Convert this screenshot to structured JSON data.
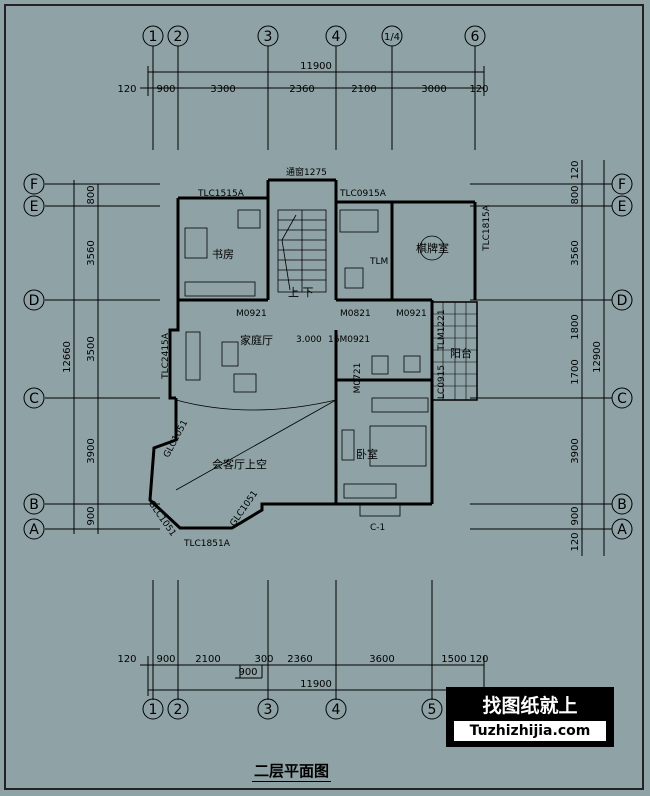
{
  "drawing": {
    "title": "二层平面图",
    "top_axes": [
      "1",
      "2",
      "3",
      "4",
      "1/4",
      "6"
    ],
    "bottom_axes": [
      "1",
      "2",
      "3",
      "4",
      "5"
    ],
    "left_axes": [
      "F",
      "E",
      "D",
      "C",
      "B",
      "A"
    ],
    "right_axes": [
      "F",
      "E",
      "D",
      "C",
      "B",
      "A"
    ],
    "top_dims": [
      "120",
      "900",
      "3300",
      "2360",
      "2100",
      "3000",
      "120"
    ],
    "top_total": "11900",
    "bottom_dims": [
      "120",
      "900",
      "2100",
      "300",
      "2360",
      "3600",
      "1500",
      "120"
    ],
    "bottom_extra": "900",
    "bottom_total": "11900",
    "left_dims": [
      "800",
      "3560",
      "3500",
      "3900",
      "900"
    ],
    "left_total": "12660",
    "right_dims": [
      "120",
      "800",
      "3560",
      "1800",
      "1700",
      "3900",
      "900",
      "120"
    ],
    "right_total": "12900",
    "rooms": {
      "study": "书房",
      "chess": "棋牌室",
      "family_hall": "家庭厅",
      "void": "会客厅上空",
      "bedroom": "卧室",
      "balcony": "阳台",
      "stair": "上 下"
    },
    "labels": {
      "tlc1515a": "TLC1515A",
      "tlc0915a": "TLC0915A",
      "m1275": "通窗1275",
      "tlm": "TLM",
      "tlc1815a": "TLC1815A",
      "m0921_a": "M0921",
      "m0821": "M0821",
      "m0921_b": "M0921",
      "tlm1221": "TLM1221",
      "tlc2415a": "TLC2415A",
      "elev": "3.000",
      "m16": "16M0921",
      "m0721": "M0721",
      "lc0915": "LC0915",
      "glc1051_a": "GLC1051",
      "glc1051_b": "GLC1051",
      "glc1051_c": "GLC1051",
      "tlc1851a": "TLC1851A",
      "c1": "C-1"
    },
    "watermark": {
      "cn": "找图纸就上",
      "url": "Tuzhizhijia.com"
    }
  }
}
